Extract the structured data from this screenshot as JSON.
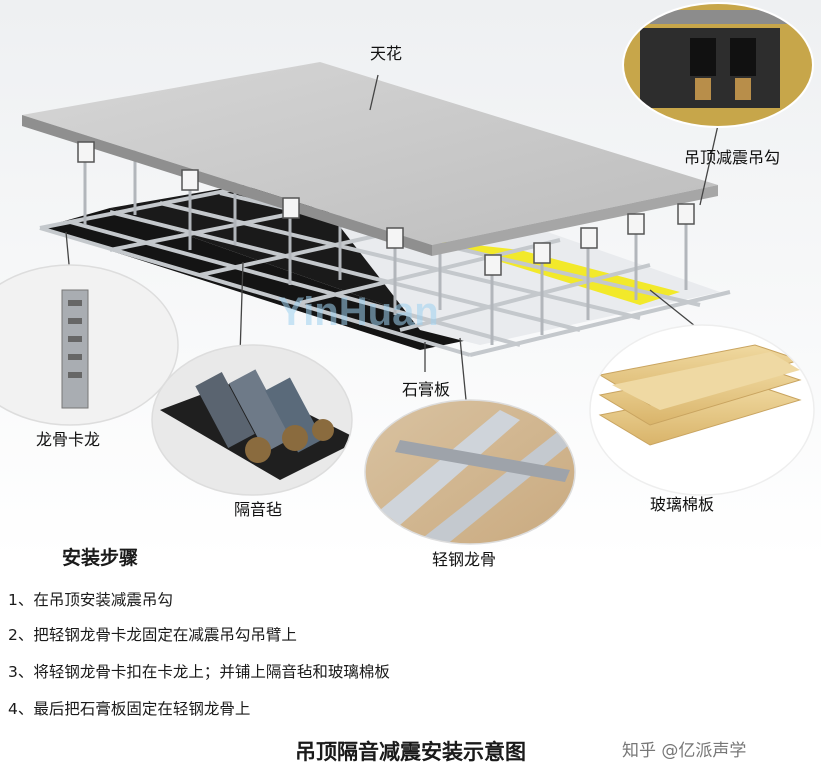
{
  "labels": {
    "ceiling": "天花",
    "shock_hanger": "吊顶减震吊勾",
    "keel_clip": "龙骨卡龙",
    "sound_felt": "隔音毡",
    "gypsum_board": "石膏板",
    "light_steel_keel": "轻钢龙骨",
    "glass_wool_board": "玻璃棉板"
  },
  "watermark_brand": "YinHuan",
  "steps": {
    "title": "安装步骤",
    "items": [
      "1、在吊顶安装减震吊勾",
      "2、把轻钢龙骨卡龙固定在减震吊勾吊臂上",
      "3、将轻钢龙骨卡扣在卡龙上；并铺上隔音毡和玻璃棉板",
      "4、最后把石膏板固定在轻钢龙骨上"
    ]
  },
  "caption": "吊顶隔音减震安装示意图",
  "source_watermark": "知乎 @亿派声学",
  "colors": {
    "ceiling_panel": "#c9c9c9",
    "felt_black": "#151515",
    "glass_wool_yellow": "#f2e92a",
    "wool_board": "#e7c98a",
    "steel": "#b8bcc2"
  }
}
